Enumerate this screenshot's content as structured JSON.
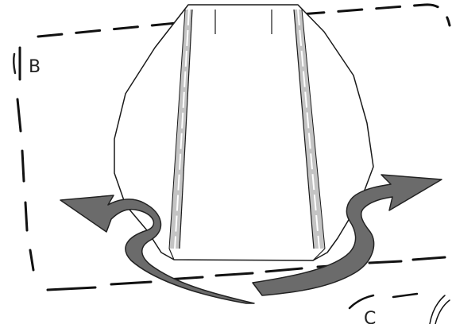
{
  "colors": {
    "line": "#1a1a1a",
    "dash": "#111111",
    "stitch_band": "#c4c4c4",
    "arrow_fill": "#6b6b6b",
    "arrow_stroke": "#222222",
    "background": "#ffffff"
  },
  "labels": {
    "piece_b": "B",
    "piece_c": "C"
  },
  "elements": {
    "fabric_piece": "sewing-fabric-piece",
    "left_arrow": "fold-arrow-left",
    "right_arrow": "fold-arrow-right"
  }
}
